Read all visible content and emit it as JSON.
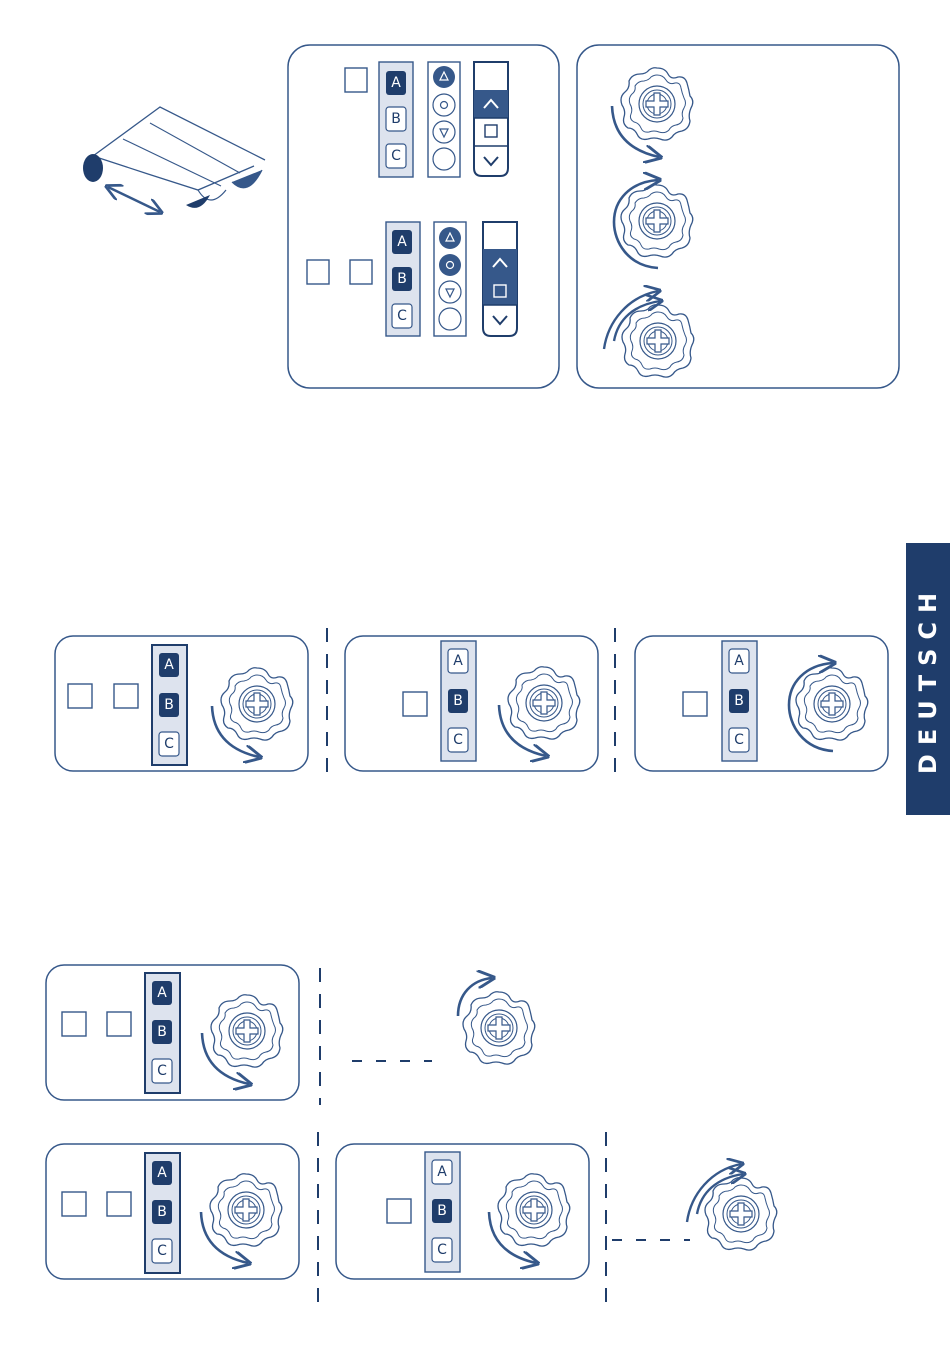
{
  "colors": {
    "navy": "#1f3d6b",
    "outline": "#36588a",
    "light_fill": "#dde3ee",
    "white": "#ffffff"
  },
  "channel_labels": [
    "A",
    "B",
    "C"
  ],
  "side_tab": {
    "label": "DEUTSCH"
  },
  "icons": [
    "motor-head-icon",
    "rotation-arrow-icon",
    "double-arrow-icon",
    "up-arrow-icon",
    "down-arrow-icon",
    "stop-icon",
    "triangle-up-icon",
    "triangle-down-icon",
    "circle-icon"
  ]
}
